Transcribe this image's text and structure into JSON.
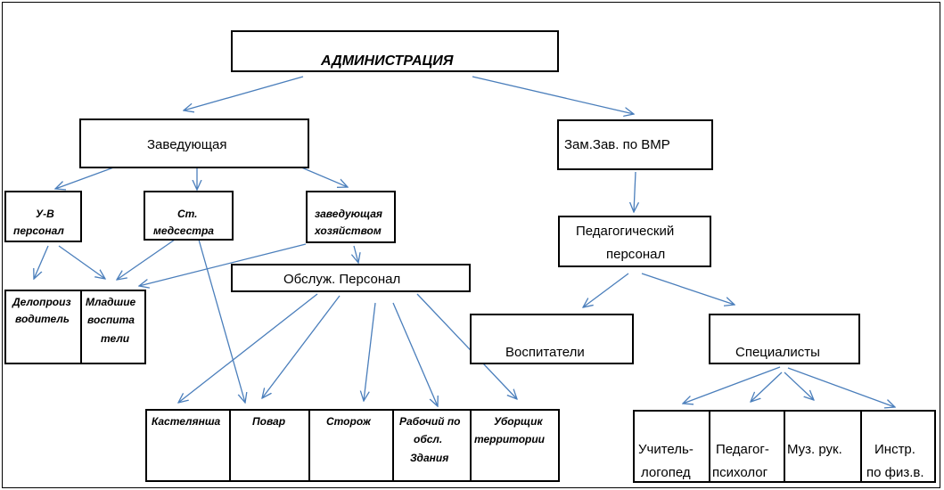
{
  "diagram": {
    "line_color": "#4a7ebb",
    "nodes": {
      "admin": "АДМИНИСТРАЦИЯ",
      "head": "Заведующая",
      "deputy": "Зам.Зав. по ВМР",
      "uv_personnel": [
        "У-В",
        "персонал"
      ],
      "senior_nurse": [
        "Ст.",
        "медсестра"
      ],
      "housekeeping_head": [
        "заведующая",
        "хозяйством"
      ],
      "service_staff": "Обслуж. Персонал",
      "pedagogical_staff": [
        "Педагогический",
        "персонал"
      ],
      "clerk_driver": [
        "Делопроиз",
        "водитель"
      ],
      "junior_educators": [
        "Младшие",
        "воспита",
        "тели"
      ],
      "linen_keeper": "Кастелянша",
      "cook": "Повар",
      "watchman": "Сторож",
      "building_worker": [
        "Рабочий по",
        "обсл.",
        "Здания"
      ],
      "grounds_cleaner": [
        "Уборщик",
        "территории"
      ],
      "educators": "Воспитатели",
      "specialists": "Специалисты",
      "speech_therapist": [
        "Учитель-",
        "логопед"
      ],
      "psychologist": [
        "Педагог-",
        "психолог"
      ],
      "music_director": "Муз. рук.",
      "pe_instructor": [
        "Инстр.",
        "по физ.в."
      ]
    }
  }
}
